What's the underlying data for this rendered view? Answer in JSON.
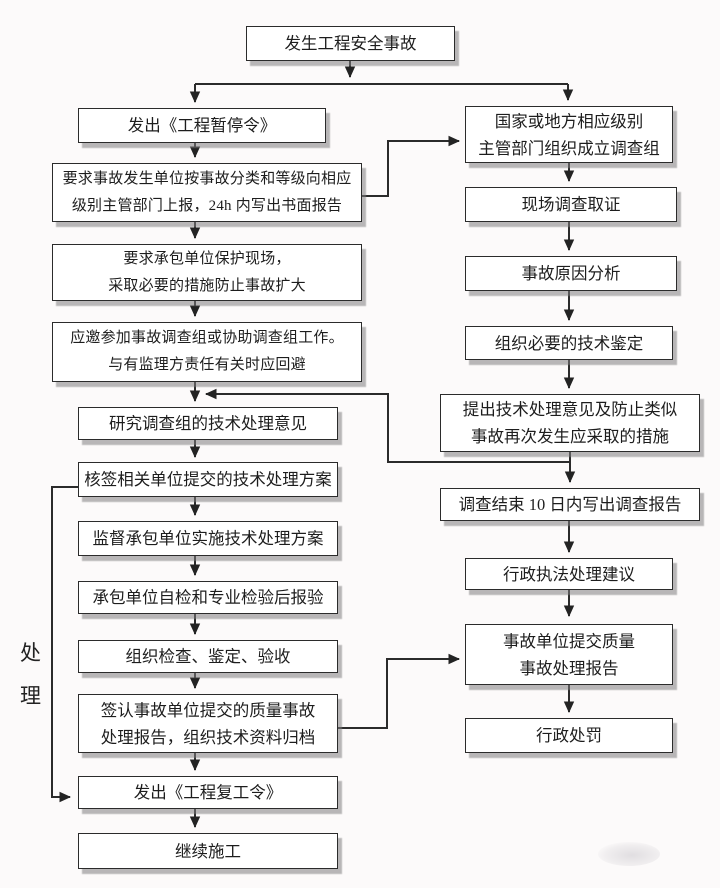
{
  "figure": {
    "type": "flowchart",
    "language": "zh-CN",
    "background_color": "#fcfafa",
    "line_color": "#2b2b2b",
    "box_fill": "#ffffff",
    "box_border_color": "#2b2b2b",
    "shadow_color": "#8e8c8e"
  },
  "side_label": {
    "text": "处理",
    "char_top": "处",
    "char_bottom": "理"
  },
  "nodes": {
    "start": {
      "name": "accident-occurs",
      "lines": [
        "发生工程安全事故"
      ]
    },
    "left": [
      {
        "name": "issue-suspension-order",
        "lines": [
          "发出《工程暂停令》"
        ]
      },
      {
        "name": "require-report-24h",
        "lines": [
          "要求事故发生单位按事故分类和等级向相应",
          "级别主管部门上报，24h 内写出书面报告"
        ]
      },
      {
        "name": "require-protect-site",
        "lines": [
          "要求承包单位保护现场，",
          "采取必要的措施防止事故扩大"
        ]
      },
      {
        "name": "join-investigation-team",
        "lines": [
          "应邀参加事故调查组或协助调查组工作。",
          "与有监理方责任有关时应回避"
        ]
      },
      {
        "name": "study-technical-opinions",
        "lines": [
          "研究调查组的技术处理意见"
        ]
      },
      {
        "name": "countersign-technical-plan",
        "lines": [
          "核签相关单位提交的技术处理方案"
        ]
      },
      {
        "name": "supervise-implementation",
        "lines": [
          "监督承包单位实施技术处理方案"
        ]
      },
      {
        "name": "contractor-self-inspection",
        "lines": [
          "承包单位自检和专业检验后报验"
        ]
      },
      {
        "name": "organize-inspection-acceptance",
        "lines": [
          "组织检查、鉴定、验收"
        ]
      },
      {
        "name": "sign-accident-report-archive",
        "lines": [
          "签认事故单位提交的质量事故",
          "处理报告，组织技术资料归档"
        ]
      },
      {
        "name": "issue-resume-order",
        "lines": [
          "发出《工程复工令》"
        ]
      },
      {
        "name": "continue-construction",
        "lines": [
          "继续施工"
        ]
      }
    ],
    "right": [
      {
        "name": "authority-form-investigation-team",
        "lines": [
          "国家或地方相应级别",
          "主管部门组织成立调查组"
        ]
      },
      {
        "name": "site-investigation",
        "lines": [
          "现场调查取证"
        ]
      },
      {
        "name": "cause-analysis",
        "lines": [
          "事故原因分析"
        ]
      },
      {
        "name": "technical-appraisal",
        "lines": [
          "组织必要的技术鉴定"
        ]
      },
      {
        "name": "propose-technical-opinions",
        "lines": [
          "提出技术处理意见及防止类似",
          "事故再次发生应采取的措施"
        ]
      },
      {
        "name": "investigation-report-10-days",
        "lines": [
          "调查结束 10 日内写出调查报告"
        ]
      },
      {
        "name": "admin-enforcement-suggestion",
        "lines": [
          "行政执法处理建议"
        ]
      },
      {
        "name": "accident-unit-submit-report",
        "lines": [
          "事故单位提交质量",
          "事故处理报告"
        ]
      },
      {
        "name": "administrative-penalty",
        "lines": [
          "行政处罚"
        ]
      }
    ],
    "edges": [
      {
        "from": "accident-occurs",
        "to": "issue-suspension-order"
      },
      {
        "from": "accident-occurs",
        "to": "authority-form-investigation-team"
      },
      {
        "from": "issue-suspension-order",
        "to": "require-report-24h"
      },
      {
        "from": "require-report-24h",
        "to": "authority-form-investigation-team"
      },
      {
        "from": "require-report-24h",
        "to": "require-protect-site"
      },
      {
        "from": "require-protect-site",
        "to": "join-investigation-team"
      },
      {
        "from": "join-investigation-team",
        "to": "study-technical-opinions"
      },
      {
        "from": "propose-technical-opinions",
        "to": "study-technical-opinions"
      },
      {
        "from": "study-technical-opinions",
        "to": "countersign-technical-plan"
      },
      {
        "from": "countersign-technical-plan",
        "to": "issue-resume-order"
      },
      {
        "from": "countersign-technical-plan",
        "to": "supervise-implementation"
      },
      {
        "from": "supervise-implementation",
        "to": "contractor-self-inspection"
      },
      {
        "from": "contractor-self-inspection",
        "to": "organize-inspection-acceptance"
      },
      {
        "from": "organize-inspection-acceptance",
        "to": "sign-accident-report-archive"
      },
      {
        "from": "sign-accident-report-archive",
        "to": "issue-resume-order"
      },
      {
        "from": "sign-accident-report-archive",
        "to": "accident-unit-submit-report"
      },
      {
        "from": "issue-resume-order",
        "to": "continue-construction"
      },
      {
        "from": "authority-form-investigation-team",
        "to": "site-investigation"
      },
      {
        "from": "site-investigation",
        "to": "cause-analysis"
      },
      {
        "from": "cause-analysis",
        "to": "technical-appraisal"
      },
      {
        "from": "technical-appraisal",
        "to": "propose-technical-opinions"
      },
      {
        "from": "propose-technical-opinions",
        "to": "investigation-report-10-days"
      },
      {
        "from": "investigation-report-10-days",
        "to": "admin-enforcement-suggestion"
      },
      {
        "from": "admin-enforcement-suggestion",
        "to": "accident-unit-submit-report"
      },
      {
        "from": "accident-unit-submit-report",
        "to": "administrative-penalty"
      }
    ]
  }
}
